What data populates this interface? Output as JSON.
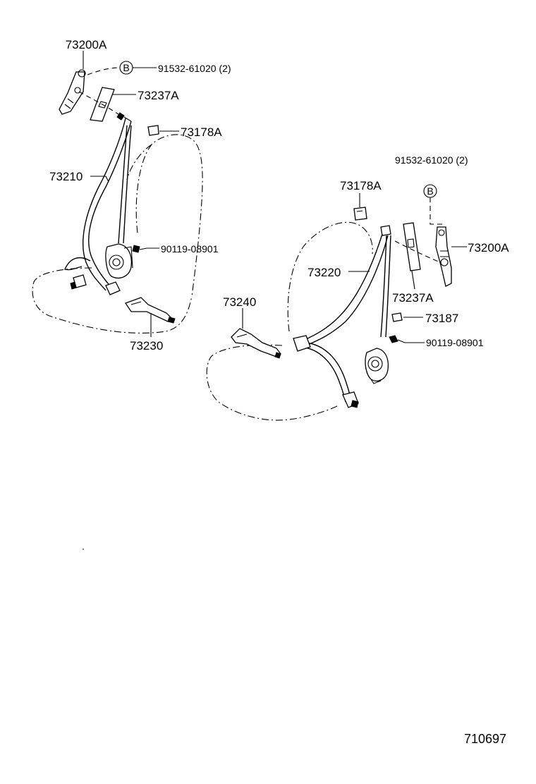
{
  "diagram": {
    "figure_code": "710697",
    "left_assembly": {
      "anchor_plate": "73200A",
      "bolt_set": "91532-61020 (2)",
      "bolt_ref": "B",
      "cover": "73237A",
      "cap": "73178A",
      "belt": "73210",
      "retractor_bolt": "90119-08901",
      "buckle": "73230"
    },
    "right_assembly": {
      "bolt_set": "91532-61020 (2)",
      "bolt_ref": "B",
      "cap": "73178A",
      "anchor_plate": "73200A",
      "belt": "73220",
      "cover": "73237A",
      "clip": "73187",
      "retractor_bolt": "90119-08901",
      "buckle": "73240"
    }
  }
}
